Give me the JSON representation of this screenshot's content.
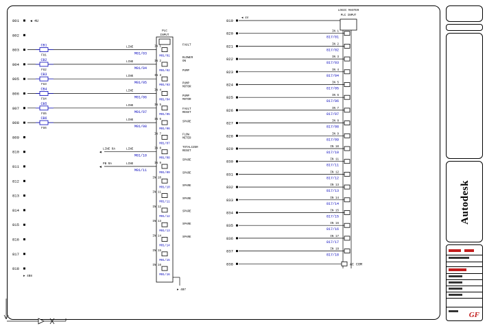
{
  "sheet": {
    "background": "#ffffff",
    "line_color": "#000000",
    "device_color": "#0000bb",
    "accent_red": "#c21d1d",
    "logo_vertical": "Autodesk",
    "sheet_code": "GF"
  },
  "left_ladder": {
    "module_header": [
      "PLC",
      "INPUT"
    ],
    "module_bottom_ref": "4B7",
    "bottom_ref": "4B8",
    "rungs": [
      {
        "ref": "801",
        "kind": "note",
        "note": "4U"
      },
      {
        "ref": "802",
        "kind": "blank"
      },
      {
        "ref": "803",
        "kind": "device",
        "device": "CB1",
        "sub": "FU1",
        "mid": "LINE",
        "addr": "M01/03"
      },
      {
        "ref": "804",
        "kind": "device",
        "device": "CB2",
        "sub": "FU2",
        "mid": "LINE",
        "addr": "M01/04"
      },
      {
        "ref": "805",
        "kind": "device",
        "device": "CB3",
        "sub": "FU3",
        "mid": "LINE",
        "addr": "M01/05"
      },
      {
        "ref": "806",
        "kind": "device",
        "device": "CB4",
        "sub": "FU4",
        "mid": "LINE",
        "addr": "M01/06"
      },
      {
        "ref": "807",
        "kind": "device",
        "device": "CB5",
        "sub": "FU5",
        "mid": "LINE",
        "addr": "M01/07"
      },
      {
        "ref": "808",
        "kind": "device",
        "device": "CB6",
        "sub": "FU6",
        "mid": "LINE",
        "addr": "M01/08"
      },
      {
        "ref": "809",
        "kind": "blank"
      },
      {
        "ref": "810",
        "kind": "short",
        "note": "LINE RA",
        "mid": "LINE",
        "addr": "M01/10"
      },
      {
        "ref": "811",
        "kind": "short",
        "note": "PB RA",
        "mid": "LINE",
        "addr": "M01/11"
      },
      {
        "ref": "812",
        "kind": "blank"
      },
      {
        "ref": "813",
        "kind": "blank"
      },
      {
        "ref": "814",
        "kind": "blank"
      },
      {
        "ref": "815",
        "kind": "blank"
      },
      {
        "ref": "816",
        "kind": "blank"
      },
      {
        "ref": "817",
        "kind": "blank"
      },
      {
        "ref": "818",
        "kind": "blank"
      }
    ],
    "terminals": [
      {
        "label": "IN 1",
        "addr": "M01/01"
      },
      {
        "label": "IN 2",
        "addr": "M01/02"
      },
      {
        "label": "IN 3",
        "addr": "M01/03"
      },
      {
        "label": "IN 4",
        "addr": "M01/04"
      },
      {
        "label": "IN 5",
        "addr": "M01/05"
      },
      {
        "label": "IN 6",
        "addr": "M01/06"
      },
      {
        "label": "IN 7",
        "addr": "M01/07"
      },
      {
        "label": "IN 8",
        "addr": "M01/08"
      },
      {
        "label": "IN 9",
        "addr": "M01/09"
      },
      {
        "label": "IN 10",
        "addr": "M01/10"
      },
      {
        "label": "IN 11",
        "addr": "M01/11"
      },
      {
        "label": "IN 12",
        "addr": "M01/12"
      },
      {
        "label": "IN 13",
        "addr": "M01/13"
      },
      {
        "label": "IN 14",
        "addr": "M01/14"
      },
      {
        "label": "IN 15",
        "addr": "M01/15"
      },
      {
        "label": "IN 16",
        "addr": "M01/16"
      }
    ]
  },
  "right_ladder": {
    "module_header": [
      "LOGIC MASTER",
      "PLC INPUT"
    ],
    "ac_com_label": "AC COM",
    "rungs": [
      {
        "ref": "819",
        "desc": "",
        "note": "4V"
      },
      {
        "ref": "820",
        "desc": "",
        "inp": "IN 1",
        "addr": "817/01"
      },
      {
        "ref": "821",
        "desc": "FAULT",
        "inp": "IN 2",
        "addr": "817/02"
      },
      {
        "ref": "822",
        "desc": "BLOWER\nON",
        "inp": "IN 3",
        "addr": "817/03"
      },
      {
        "ref": "823",
        "desc": "PUMP",
        "inp": "IN 4",
        "addr": "817/04"
      },
      {
        "ref": "824",
        "desc": "PUMP\nMOTOR",
        "inp": "IN 5",
        "addr": "817/05"
      },
      {
        "ref": "825",
        "desc": "PUMP\nMOTOR",
        "inp": "IN 6",
        "addr": "817/06"
      },
      {
        "ref": "826",
        "desc": "FAULT\nRESET",
        "inp": "IN 7",
        "addr": "817/07"
      },
      {
        "ref": "827",
        "desc": "SPARE",
        "inp": "IN 8",
        "addr": "817/08"
      },
      {
        "ref": "828",
        "desc": "FLOW\nMETER",
        "inp": "IN 9",
        "addr": "817/09"
      },
      {
        "ref": "829",
        "desc": "TOTALIZER\nRESET",
        "inp": "IN 10",
        "addr": "817/10"
      },
      {
        "ref": "830",
        "desc": "SPARE",
        "inp": "IN 11",
        "addr": "817/11"
      },
      {
        "ref": "831",
        "desc": "SPARE",
        "inp": "IN 12",
        "addr": "817/12"
      },
      {
        "ref": "832",
        "desc": "SPARE",
        "inp": "IN 13",
        "addr": "817/13"
      },
      {
        "ref": "833",
        "desc": "SPARE",
        "inp": "IN 14",
        "addr": "817/14"
      },
      {
        "ref": "834",
        "desc": "SPARE",
        "inp": "IN 15",
        "addr": "817/15"
      },
      {
        "ref": "835",
        "desc": "SPARE",
        "inp": "IN 16",
        "addr": "817/16"
      },
      {
        "ref": "836",
        "desc": "SPARE",
        "inp": "IN 17",
        "addr": "817/17"
      },
      {
        "ref": "837",
        "desc": "",
        "inp": "IN 18",
        "addr": "817/18"
      },
      {
        "ref": "838",
        "desc": ""
      }
    ]
  }
}
